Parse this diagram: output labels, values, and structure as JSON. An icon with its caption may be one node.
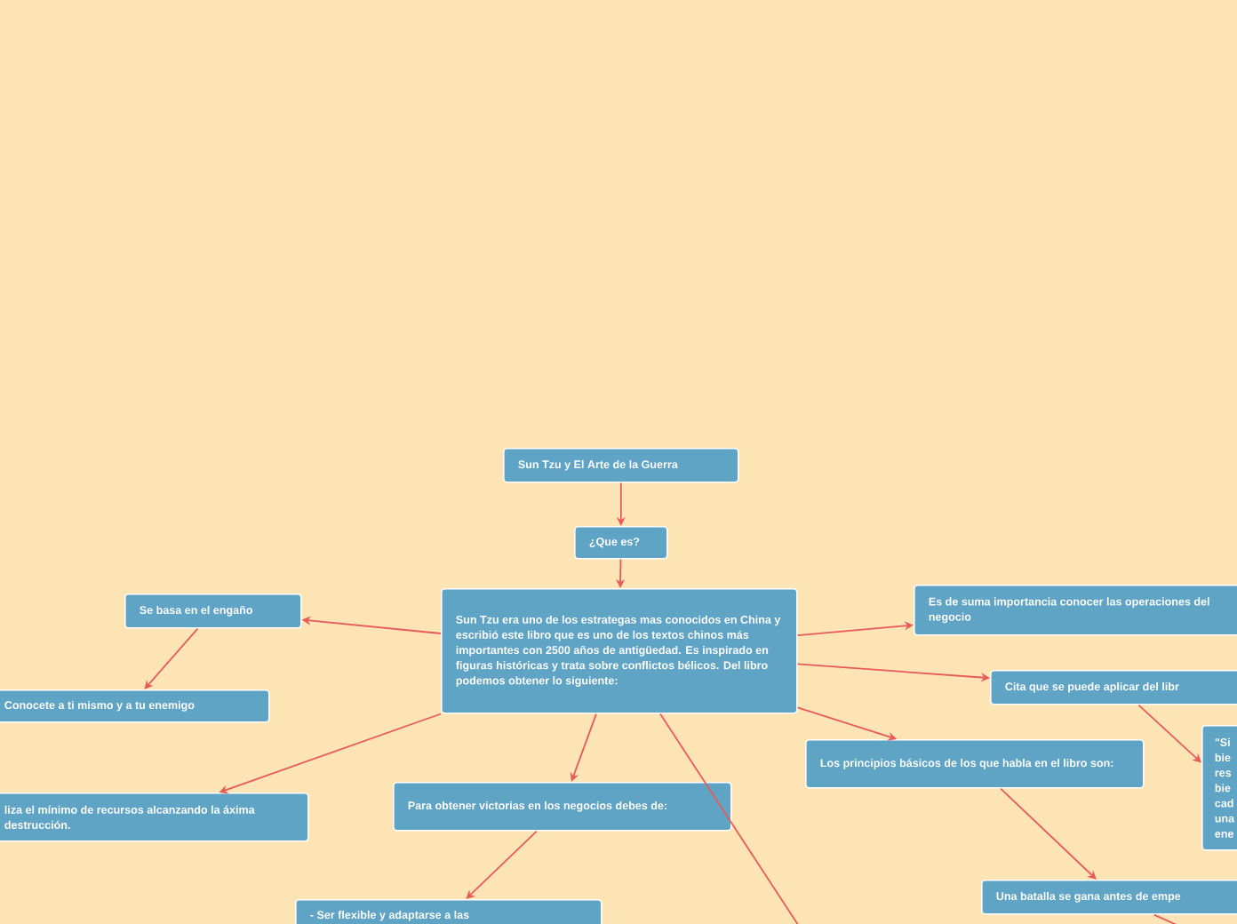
{
  "diagram": {
    "nodes": [
      {
        "text": [
          "Sun Tzu y El Arte de la Guerra"
        ]
      },
      {
        "text": [
          "¿Que es?"
        ]
      },
      {
        "text": [
          "Sun Tzu era uno de los estrategas mas conocidos en China y escribió este libro que es uno de los textos chinos más importantes con 2500 años de antigüedad. Es inspirado en figuras históricas y trata sobre conflictos bélicos. Del libro podemos obtener lo siguiente:"
        ]
      },
      {
        "text": [
          "Se basa en el engaño"
        ]
      },
      {
        "text": [
          "Conocete a ti mismo y a tu enemigo"
        ]
      },
      {
        "text": [
          "liza el mínimo de recursos alcanzando la áxima destrucción."
        ]
      },
      {
        "text": [
          "Para obtener victorias en los negocios debes de:"
        ]
      },
      {
        "text": [
          "- Ser flexible y adaptarse a las"
        ]
      },
      {
        "text": [
          "Es de suma importancia conocer las operaciones del negocio"
        ]
      },
      {
        "text": [
          "Cita que se puede aplicar del libr"
        ]
      },
      {
        "text": [
          "\"Si bie res bie cad una ene"
        ]
      },
      {
        "text": [
          "Los principios básicos de los que habla en el libro son:"
        ]
      },
      {
        "text": [
          "Una batalla se gana antes de empe"
        ]
      }
    ],
    "edges": [
      {
        "from": 0,
        "to": 1,
        "arrow": "to"
      },
      {
        "from": 1,
        "to": 2,
        "arrow": "to"
      },
      {
        "from": 2,
        "to": 3,
        "arrow": "to"
      },
      {
        "from": 3,
        "to": 4,
        "arrow": "to"
      },
      {
        "from": 2,
        "to": 5,
        "arrow": "to"
      },
      {
        "from": 2,
        "to": 6,
        "arrow": "to"
      },
      {
        "from": 6,
        "to": 7,
        "arrow": "to"
      },
      {
        "from": 2,
        "to": 8,
        "arrow": "to"
      },
      {
        "from": 2,
        "to": 9,
        "arrow": "to"
      },
      {
        "from": 9,
        "to": 10,
        "arrow": "to"
      },
      {
        "from": 2,
        "to": 11,
        "arrow": "to"
      },
      {
        "from": 11,
        "to": 12,
        "arrow": "to"
      },
      {
        "from": 2,
        "to": null,
        "arrow": "none"
      },
      {
        "from": 12,
        "to": null,
        "arrow": "none"
      }
    ]
  }
}
